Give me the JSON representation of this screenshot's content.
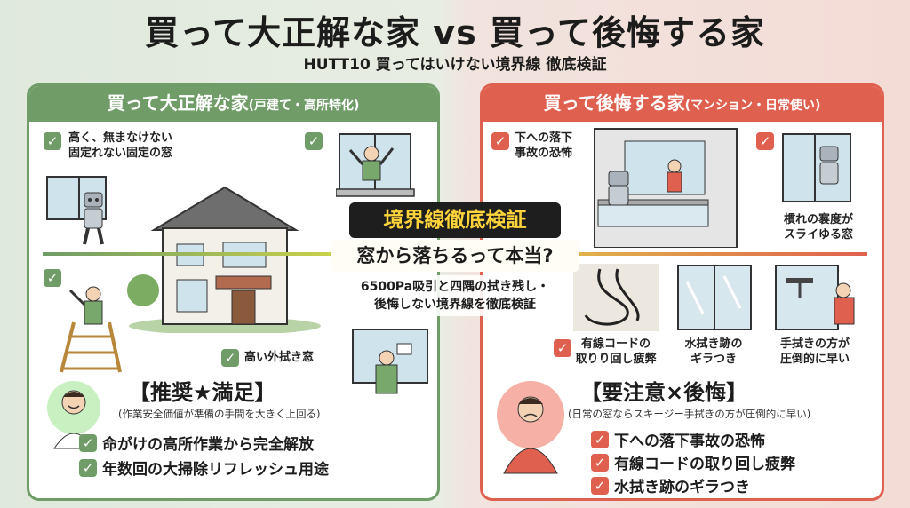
{
  "title": "買って大正解な家 vs 買って後悔する家",
  "subtitle": "HUTT10 買ってはいけない境界線 徹底検証",
  "center": {
    "badge": "境界線徹底検証",
    "question": "窓から落ちるって本当?",
    "desc_line1": "6500Pa吸引と四隅の拭き残し・",
    "desc_line2": "後悔しない境界線を徹底検証"
  },
  "left": {
    "header": "買って大正解な家",
    "header_sub": "(戸建て・高所特化)",
    "note1_line1": "高く、無まなけない",
    "note1_line2": "固定れない固定の窓",
    "note2": "高い外拭き窓",
    "verdict": "【推奨★満足】",
    "verdict_sub": "(作業安全価値が準備の手間を大きく上回る)",
    "bullets": [
      "命がけの高所作業から完全解放",
      "年数回の大掃除リフレッシュ用途"
    ],
    "colors": {
      "accent": "#6f9c67"
    }
  },
  "right": {
    "header": "買って後悔する家",
    "header_sub": "(マンション・日常使い)",
    "note1_line1": "下への落下",
    "note1_line2": "事故の恐怖",
    "note2_line1": "樌れの褰度が",
    "note2_line2": "スライゆる窓",
    "note3_line1": "有線コードの",
    "note3_line2": "取りり回し疲弊",
    "note4_line1": "水拭き跡の",
    "note4_line2": "ギラつき",
    "note5_line1": "手拭きの方が",
    "note5_line2": "圧倒的に早い",
    "verdict": "【要注意×後悔】",
    "verdict_sub": "(日常の窓ならスキージー手拭きの方が圧倒的に早い)",
    "bullets": [
      "下への落下事故の恐怖",
      "有線コードの取り回し疲弊",
      "水拭き跡のギラつき"
    ],
    "colors": {
      "accent": "#e0604f"
    }
  },
  "icons": {
    "check": "✓",
    "names": [
      "check-icon",
      "house-icon",
      "robot-icon",
      "ladder-icon",
      "person-icon",
      "window-icon",
      "cord-icon",
      "squeegee-icon",
      "balcony-icon"
    ]
  }
}
